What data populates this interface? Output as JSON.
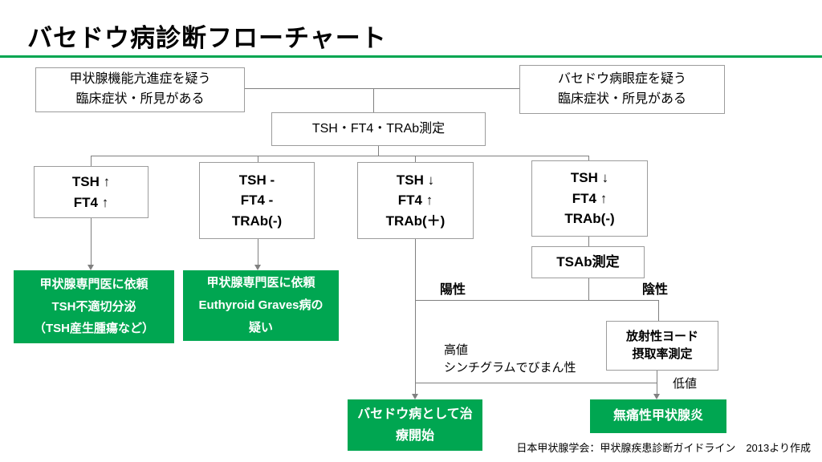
{
  "title": "バセドウ病診断フローチャート",
  "colors": {
    "accent_green": "#00A651",
    "line_gray": "#808080",
    "border_gray": "#9c9c9c"
  },
  "flow": {
    "start_left": {
      "lines": [
        "甲状腺機能亢進症を疑う",
        "臨床症状・所見がある"
      ]
    },
    "start_right": {
      "lines": [
        "バセドウ病眼症を疑う",
        "臨床症状・所見がある"
      ]
    },
    "measure": {
      "label": "TSH・FT4・TRAb測定"
    },
    "results": [
      {
        "lines": [
          "TSH ↑",
          "FT4 ↑"
        ]
      },
      {
        "lines": [
          "TSH -",
          "FT4 -",
          "TRAb(-)"
        ]
      },
      {
        "lines": [
          "TSH ↓",
          "FT4 ↑",
          "TRAb(＋)"
        ]
      },
      {
        "lines": [
          "TSH ↓",
          "FT4 ↑",
          "TRAb(-)"
        ]
      }
    ],
    "tsab": {
      "label": "TSAb測定"
    },
    "radioiodine": {
      "lines": [
        "放射性ヨード",
        "摂取率測定"
      ]
    },
    "outcomes": [
      {
        "lines": [
          "甲状腺専門医に依頼",
          "TSH不適切分泌",
          "（TSH産生腫瘍など）"
        ]
      },
      {
        "lines": [
          "甲状腺専門医に依頼",
          "Euthyroid Graves病の",
          "疑い"
        ]
      },
      {
        "lines": [
          "バセドウ病として治",
          "療開始"
        ]
      },
      {
        "lines": [
          "無痛性甲状腺炎"
        ]
      }
    ],
    "labels": {
      "positive": "陽性",
      "negative": "陰性",
      "high": "高値",
      "scintigram": "シンチグラムでびまん性",
      "low": "低値"
    }
  },
  "footer": "日本甲状腺学会：甲状腺疾患診断ガイドライン　2013より作成"
}
